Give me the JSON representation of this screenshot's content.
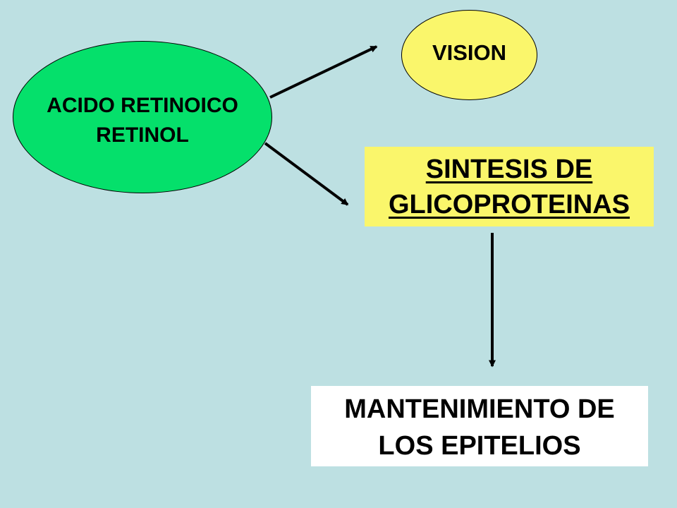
{
  "colors": {
    "background": "#BDE0E2",
    "green_node": "#05E06B",
    "yellow_node": "#FAF66B",
    "white_node": "#FFFFFF",
    "arrows": "#000000"
  },
  "nodes": {
    "acido": {
      "line1": "ACIDO RETINOICO",
      "line2": "RETINOL"
    },
    "vision": {
      "label": "VISION"
    },
    "sintesis": {
      "line1": "SINTESIS DE",
      "line2": "GLICOPROTEINAS"
    },
    "mantenimiento": {
      "line1": "MANTENIMIENTO DE",
      "line2": "LOS EPITELIOS"
    }
  },
  "edges": [
    {
      "from": "acido",
      "to": "vision"
    },
    {
      "from": "acido",
      "to": "sintesis"
    },
    {
      "from": "sintesis",
      "to": "mantenimiento"
    }
  ]
}
